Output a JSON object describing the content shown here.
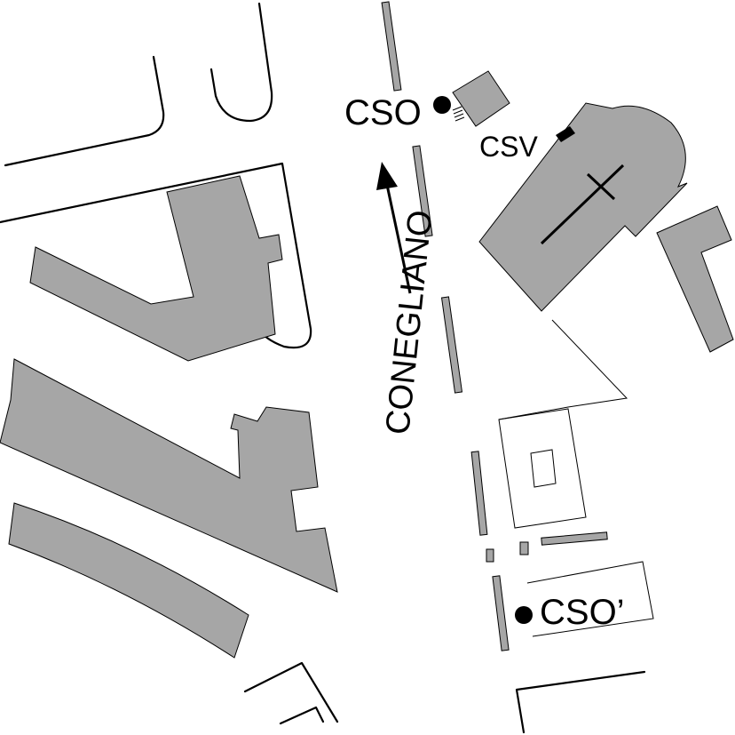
{
  "labels": {
    "cso": "CSO",
    "csv": "CSV",
    "cso_prime": "CSO’",
    "street": "CONEGLIANO"
  },
  "colors": {
    "building_fill": "#a6a6a6",
    "outline": "#000000",
    "background": "#ffffff"
  },
  "icons": {
    "station_marker": "filled-circle",
    "direction": "arrow-up",
    "church_cross": "cross"
  }
}
